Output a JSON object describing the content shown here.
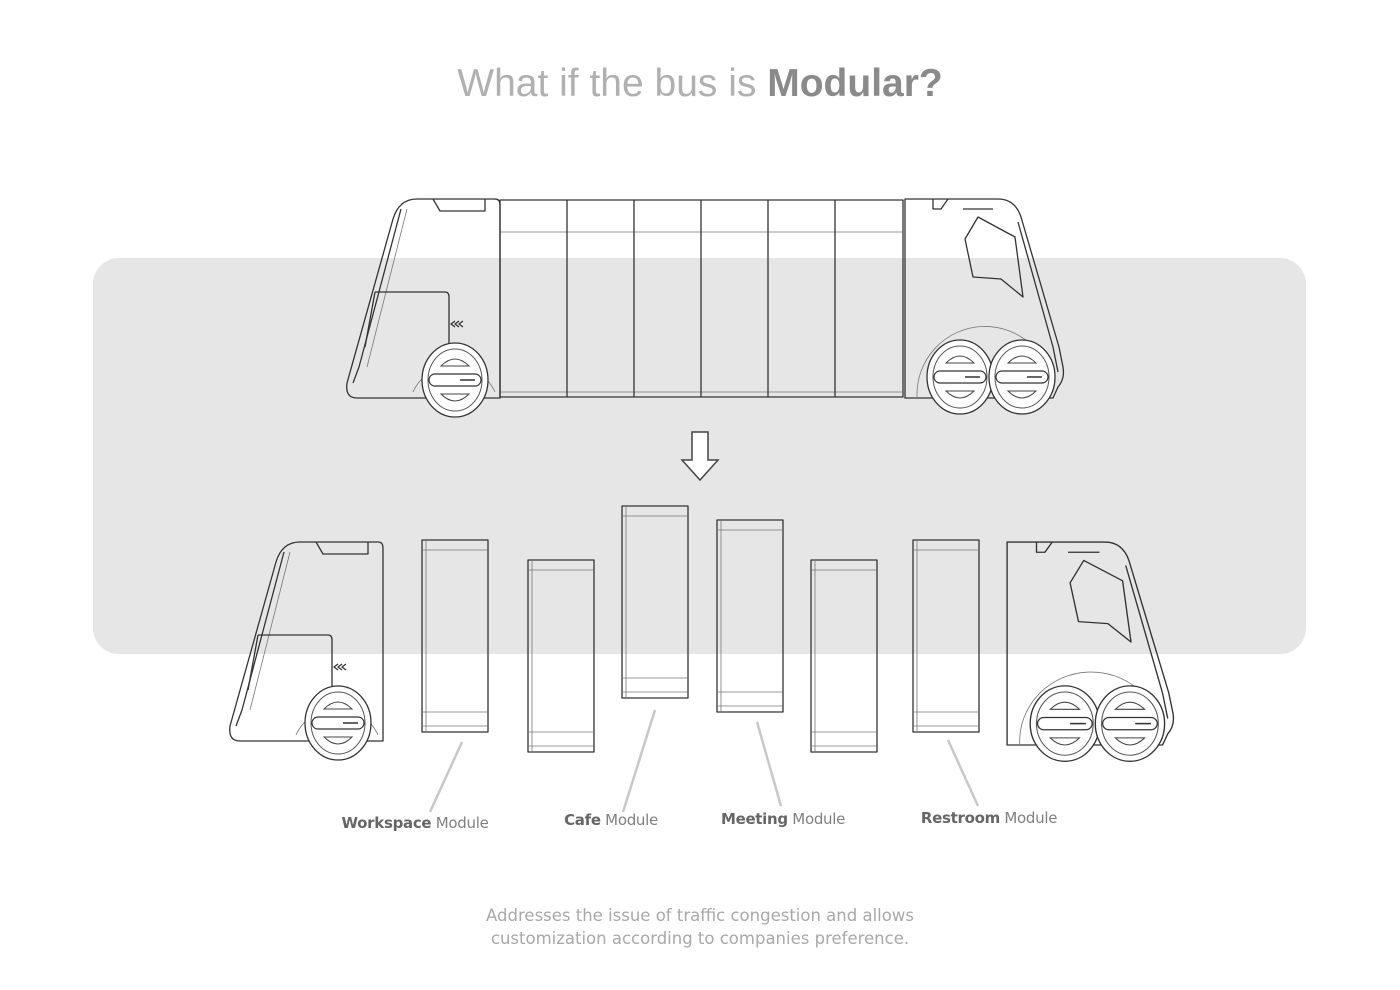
{
  "title": {
    "prefix": "What if the bus is ",
    "emphasis": "Modular?"
  },
  "modules": [
    {
      "bold": "Workspace",
      "suffix": " Module"
    },
    {
      "bold": "Cafe",
      "suffix": " Module"
    },
    {
      "bold": "Meeting",
      "suffix": " Module"
    },
    {
      "bold": "Restroom",
      "suffix": " Module"
    }
  ],
  "caption": {
    "line1": "Addresses the issue of traffic congestion and allows",
    "line2": "customization according to companies preference."
  },
  "colors": {
    "panel": "#e6e6e6",
    "line": "#333333",
    "leader": "#c8c8c8"
  }
}
